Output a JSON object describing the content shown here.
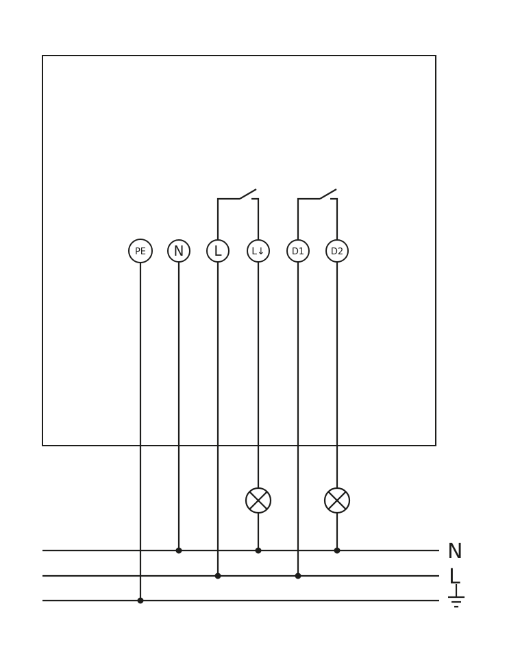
{
  "diagram": {
    "terminals": [
      {
        "label": "PE"
      },
      {
        "label": "N"
      },
      {
        "label": "L"
      },
      {
        "label": "L↓"
      },
      {
        "label": "D1"
      },
      {
        "label": "D2"
      }
    ],
    "bus": {
      "neutral_label": "N",
      "line_label": "L"
    },
    "icons": {
      "lamp": "lamp-icon",
      "earth": "earth-icon",
      "switch": "switch-icon"
    },
    "colors": {
      "ink": "#1d1d1b",
      "background": "#ffffff"
    }
  }
}
